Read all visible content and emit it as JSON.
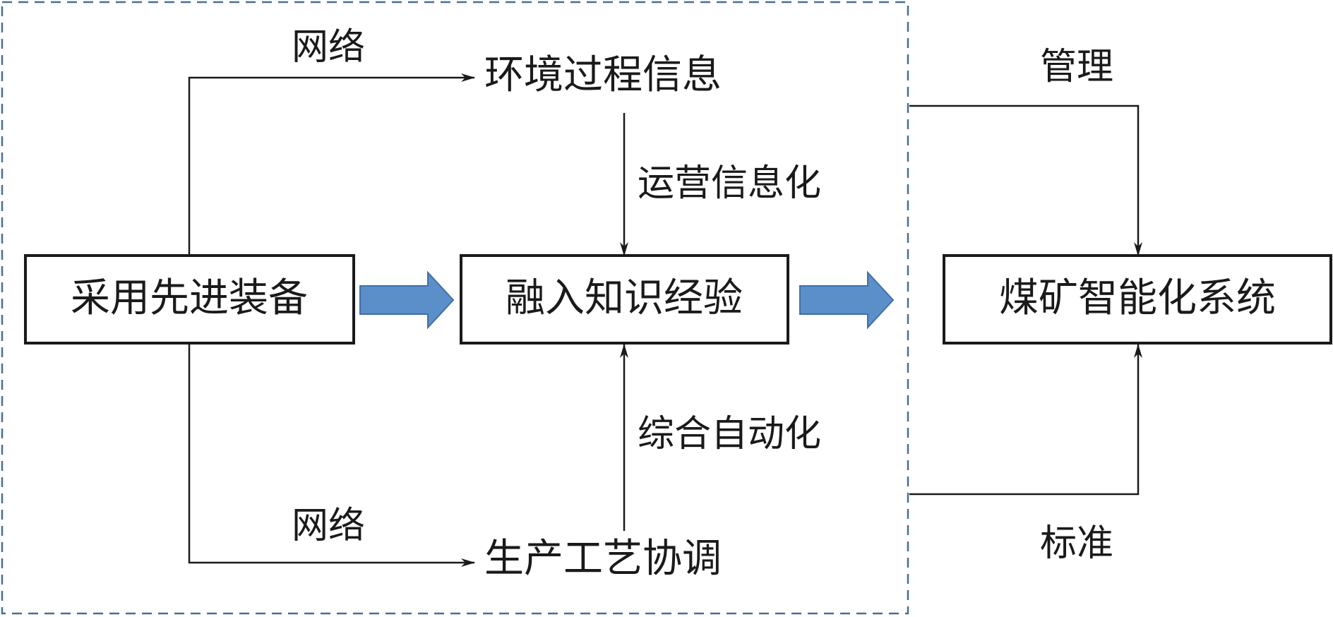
{
  "colors": {
    "line": "#1a1a1a",
    "block_arrow_fill": "#5b8fc9",
    "block_arrow_stroke": "#3f6fa6",
    "dashed_frame": "#4a6f8f"
  },
  "nodes": {
    "equipment": "采用先进装备",
    "knowledge": "融入知识经验",
    "system": "煤矿智能化系统",
    "environment": "环境过程信息",
    "production": "生产工艺协调"
  },
  "labels": {
    "network_top": "网络",
    "network_bottom": "网络",
    "operation_informatization": "运营信息化",
    "integrated_automation": "综合自动化",
    "management": "管理",
    "standard": "标准"
  }
}
